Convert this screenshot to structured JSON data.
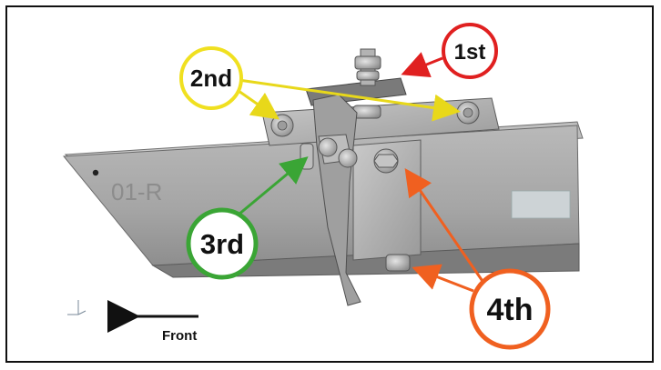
{
  "part_marking": "01-R",
  "direction_label": "Front",
  "callouts": {
    "first": {
      "label": "1st",
      "color": "#e02020"
    },
    "second": {
      "label": "2nd",
      "color": "#f0e020"
    },
    "third": {
      "label": "3rd",
      "color": "#3aa535"
    },
    "fourth": {
      "label": "4th",
      "color": "#f06020"
    }
  }
}
